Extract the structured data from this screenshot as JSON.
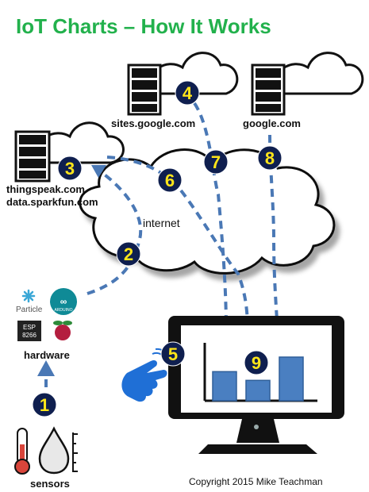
{
  "title": "IoT Charts – How It Works",
  "labels": {
    "sites": "sites.google.com",
    "google": "google.com",
    "thingspeak": "thingspeak.com",
    "sparkfun": "data.sparkfun.com",
    "internet": "internet",
    "hardware": "hardware",
    "sensors": "sensors",
    "copyright": "Copyright 2015 Mike Teachman",
    "particle": "Particle",
    "arduino": "ARDUINO",
    "esp_line1": "ESP",
    "esp_line2": "8266"
  },
  "steps": [
    "1",
    "2",
    "3",
    "4",
    "5",
    "6",
    "7",
    "8",
    "9"
  ],
  "colors": {
    "title": "#22b14c",
    "badge_fill": "#0f1f4f",
    "badge_text": "#ffe51a",
    "arrow": "#4a78b5",
    "bar_fill": "#4a7fc1",
    "bar_stroke": "#2f5f99",
    "hand": "#1f6fd6",
    "particle": "#3aa7d6",
    "arduino": "#0f8a96",
    "thermo": "#d9453b",
    "raspberry": "#b41e3f"
  },
  "monitor_chart": {
    "type": "bar",
    "values": [
      2,
      1.4,
      3
    ]
  }
}
